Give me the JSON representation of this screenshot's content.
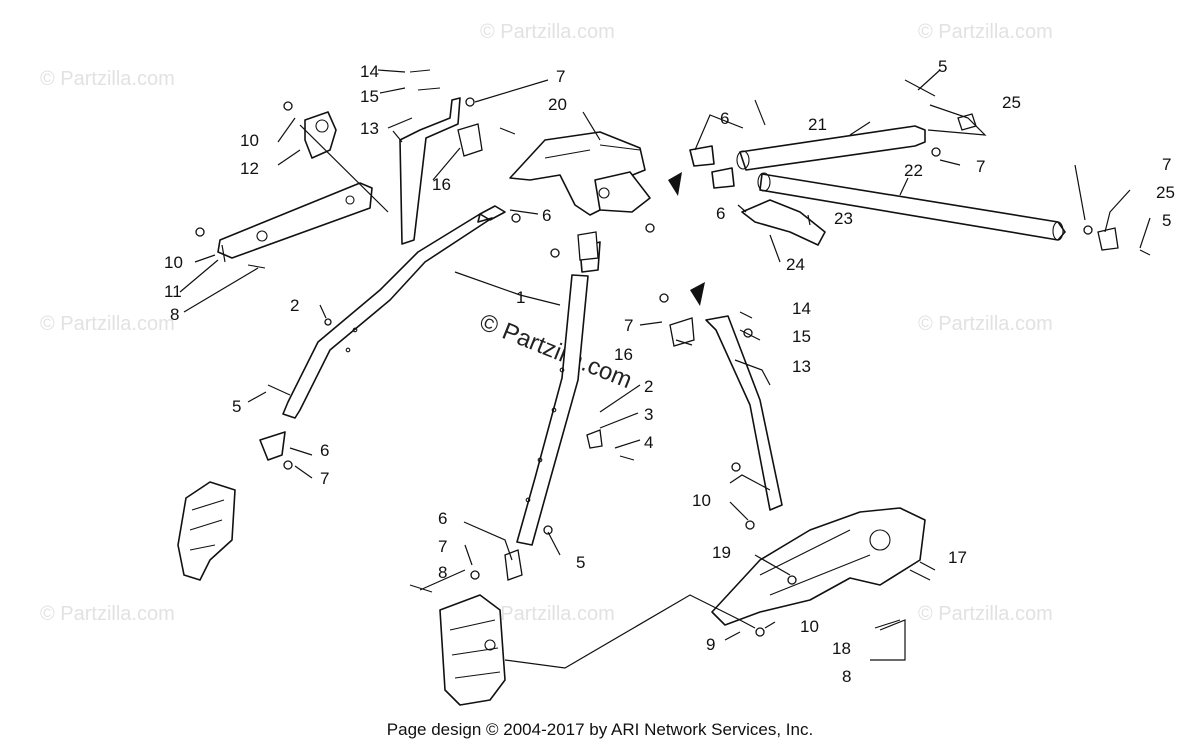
{
  "watermarks": {
    "corner_text": "© Partzilla.com",
    "center_text": "© Partzilla.com"
  },
  "footer": {
    "text": "Page design © 2004-2017 by ARI Network Services, Inc."
  },
  "callouts": {
    "c14a": "14",
    "c15a": "15",
    "c13a": "13",
    "c7a": "7",
    "c20": "20",
    "c10a": "10",
    "c12": "12",
    "c16a": "16",
    "c6a": "6",
    "c21": "21",
    "c5a": "5",
    "c25a": "25",
    "c7b": "7",
    "c22": "22",
    "c7c": "7",
    "c25b": "25",
    "c5b": "5",
    "c6b": "6",
    "c23": "23",
    "c24": "24",
    "c6c": "6",
    "c10b": "10",
    "c11": "11",
    "c8a": "8",
    "c2a": "2",
    "c1": "1",
    "c14b": "14",
    "c7d": "7",
    "c15b": "15",
    "c16b": "16",
    "c13b": "13",
    "c5c": "5",
    "c2b": "2",
    "c3": "3",
    "c4": "4",
    "c6d": "6",
    "c7e": "7",
    "c10c": "10",
    "c6e": "6",
    "c7f": "7",
    "c19": "19",
    "c17": "17",
    "c8b": "8",
    "c5d": "5",
    "c10d": "10",
    "c9": "9",
    "c18": "18",
    "c8c": "8"
  }
}
